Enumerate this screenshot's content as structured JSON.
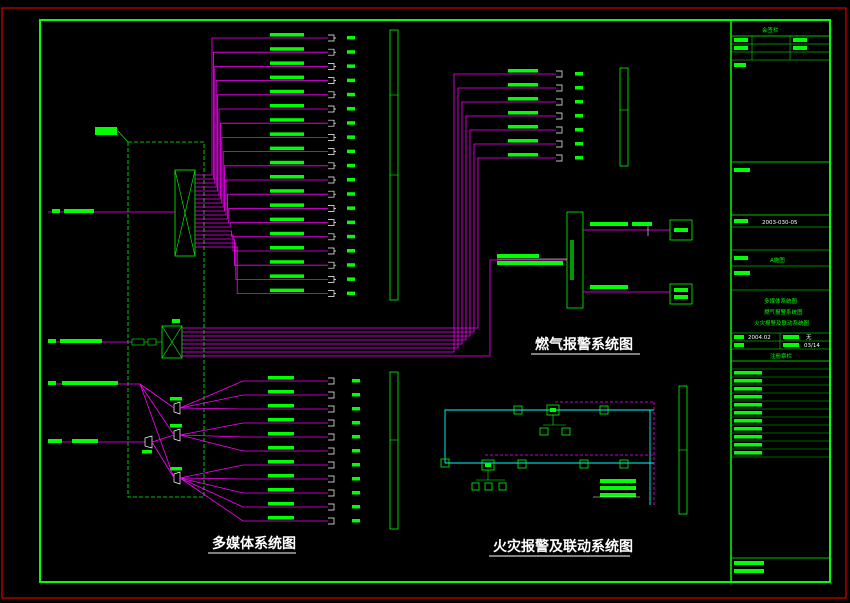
{
  "drawing": {
    "title_multimedia": "多媒体系统图",
    "title_gas": "燃气报警系统图",
    "title_fire": "火灾报警及联动系统图"
  },
  "title_block": {
    "header": "会签栏",
    "drawing_no": "2003-030-05",
    "series_label": "A施图",
    "name_line1": "多媒体系统图",
    "name_line2": "燃气报警系统图",
    "name_line3": "火灾报警及联动系统图",
    "date": "2004.02",
    "scale": "无",
    "sheet": "03/14",
    "designer_label": "注册章栏"
  },
  "colors": {
    "frame": "#00ff00",
    "magenta": "#ff00ff",
    "cyan": "#00ffff",
    "white": "#ffffff",
    "red": "#ff0000"
  }
}
